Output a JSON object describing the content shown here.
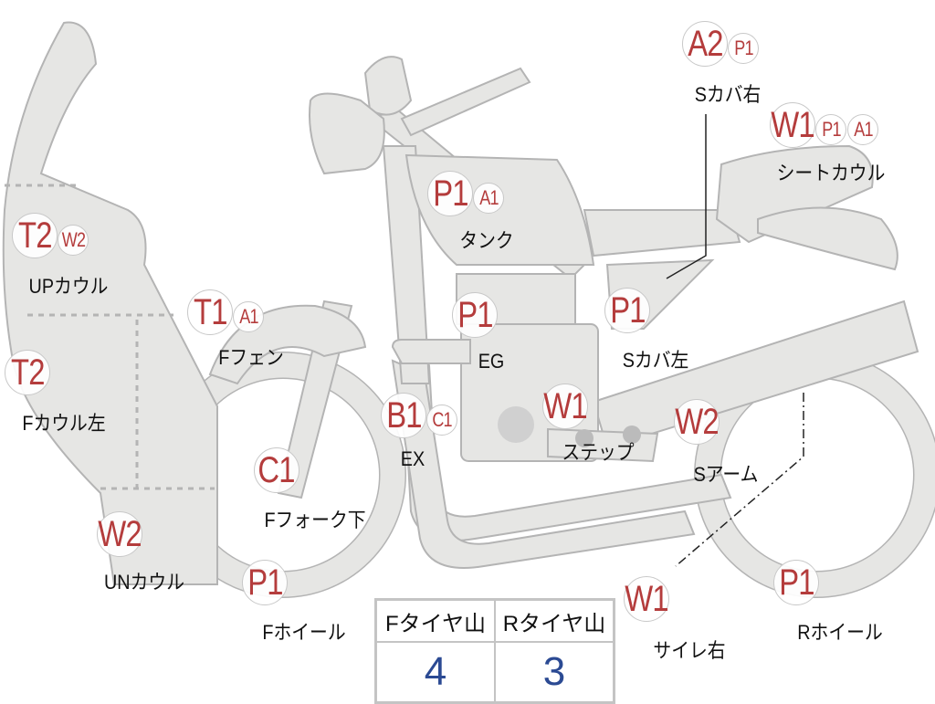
{
  "parts": [
    {
      "name": "s-cover-right",
      "label": "Sカバ右",
      "codes": [
        "A2",
        "P1"
      ]
    },
    {
      "name": "seat-cowl",
      "label": "シートカウル",
      "codes": [
        "W1",
        "P1",
        "A1"
      ]
    },
    {
      "name": "tank",
      "label": "タンク",
      "codes": [
        "P1",
        "A1"
      ]
    },
    {
      "name": "up-cowl",
      "label": "UPカウル",
      "codes": [
        "T2",
        "W2"
      ]
    },
    {
      "name": "f-fender",
      "label": "Fフェン",
      "codes": [
        "T1",
        "A1"
      ]
    },
    {
      "name": "engine",
      "label": "EG",
      "codes": [
        "P1"
      ]
    },
    {
      "name": "s-cover-left",
      "label": "Sカバ左",
      "codes": [
        "P1"
      ]
    },
    {
      "name": "f-cowl-left",
      "label": "Fカウル左",
      "codes": [
        "T2"
      ]
    },
    {
      "name": "exhaust",
      "label": "EX",
      "codes": [
        "B1",
        "C1"
      ]
    },
    {
      "name": "step",
      "label": "ステップ",
      "codes": [
        "W1"
      ]
    },
    {
      "name": "swing-arm",
      "label": "Sアーム",
      "codes": [
        "W2"
      ]
    },
    {
      "name": "f-fork-lower",
      "label": "Fフォーク下",
      "codes": [
        "C1"
      ]
    },
    {
      "name": "under-cowl",
      "label": "UNカウル",
      "codes": [
        "W2"
      ]
    },
    {
      "name": "f-wheel",
      "label": "Fホイール",
      "codes": [
        "P1"
      ]
    },
    {
      "name": "silencer-right",
      "label": "サイレ右",
      "codes": [
        "W1"
      ]
    },
    {
      "name": "r-wheel",
      "label": "Rホイール",
      "codes": [
        "P1"
      ]
    }
  ],
  "tire_table": {
    "headers": [
      "Fタイヤ山",
      "Rタイヤ山"
    ],
    "values": [
      "4",
      "3"
    ]
  },
  "colors": {
    "code": "#b43c3c",
    "body": "#e6e6e4",
    "outline": "#b4b4b4",
    "value": "#2b4a93"
  }
}
